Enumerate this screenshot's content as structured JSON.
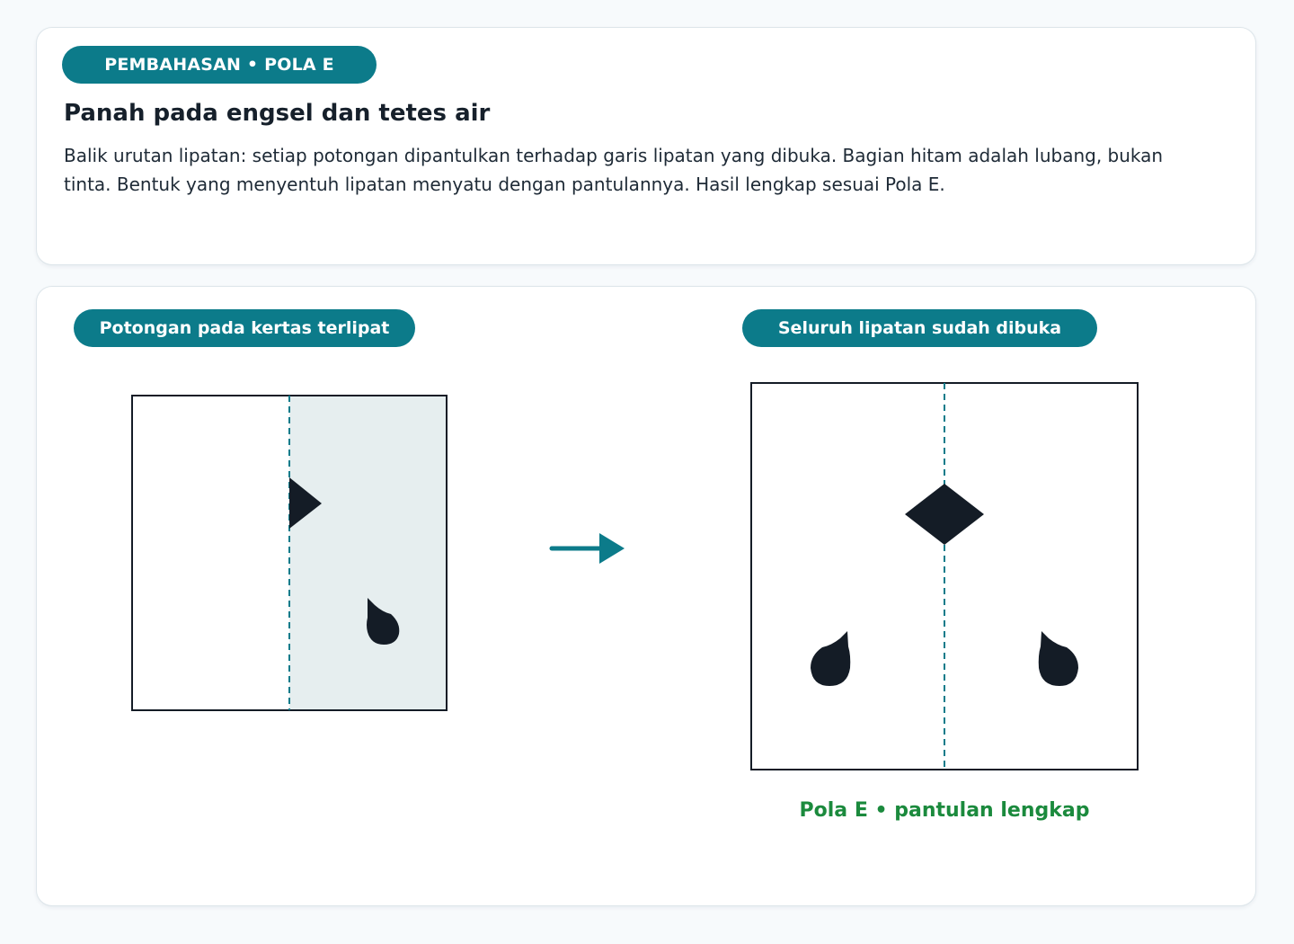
{
  "header": {
    "badge": "PEMBAHASAN • POLA E",
    "title": "Panah pada engsel dan tetes air",
    "description": "Balik urutan lipatan: setiap potongan dipantulkan terhadap garis lipatan yang dibuka. Bagian hitam adalah lubang, bukan tinta. Bentuk yang menyentuh lipatan menyatu dengan pantulannya. Hasil lengkap sesuai Pola E."
  },
  "diagram": {
    "left_label": "Potongan pada kertas terlipat",
    "right_label": "Seluruh lipatan sudah dibuka",
    "caption": "Pola E • pantulan lengkap"
  },
  "colors": {
    "accent": "#0c7b8a",
    "hole": "#141c26",
    "folded_shade": "#e6eeef",
    "caption": "#1b8a3d"
  }
}
